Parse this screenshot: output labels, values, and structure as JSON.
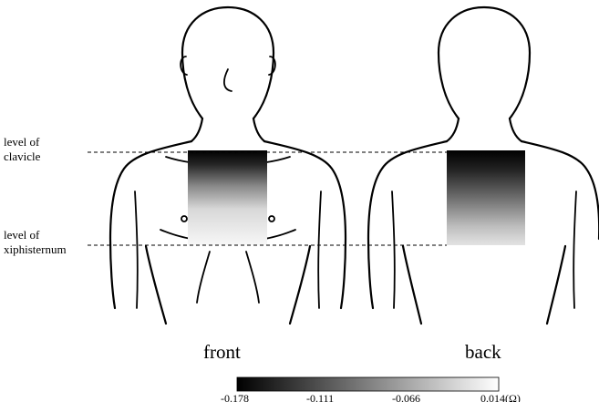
{
  "labels": {
    "clavicle_line1": "level of",
    "clavicle_line2": "clavicle",
    "xiph_line1": "level of",
    "xiph_line2": "xiphisternum",
    "front": "front",
    "back": "back"
  },
  "colorbar": {
    "ticks": [
      "-0.178",
      "-0.111",
      "-0.066",
      "0.014(Ω)"
    ],
    "colors": {
      "min": "#000000",
      "max": "#ffffff"
    }
  }
}
